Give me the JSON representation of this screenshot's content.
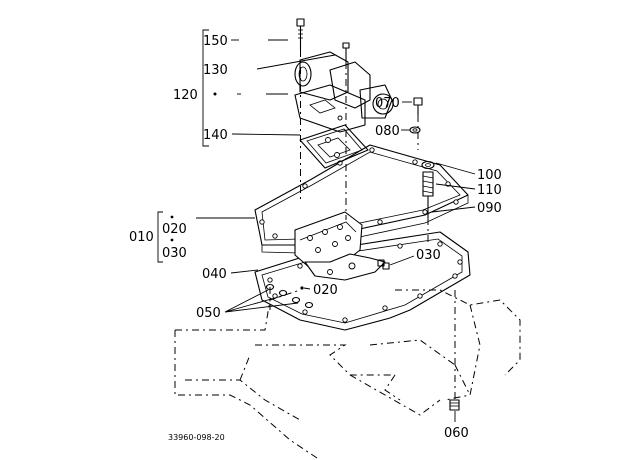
{
  "diagram": {
    "figure_code": "33960-098-20",
    "labels": {
      "p150": "150",
      "p130": "130",
      "p120": "120",
      "p070": "070",
      "p080": "080",
      "p140": "140",
      "p100": "100",
      "p110": "110",
      "p090": "090",
      "p010": "010",
      "p020a": "020",
      "p030a": "030",
      "p040": "040",
      "p030b": "030",
      "p020b": "020",
      "p050": "050",
      "p060": "060"
    }
  }
}
